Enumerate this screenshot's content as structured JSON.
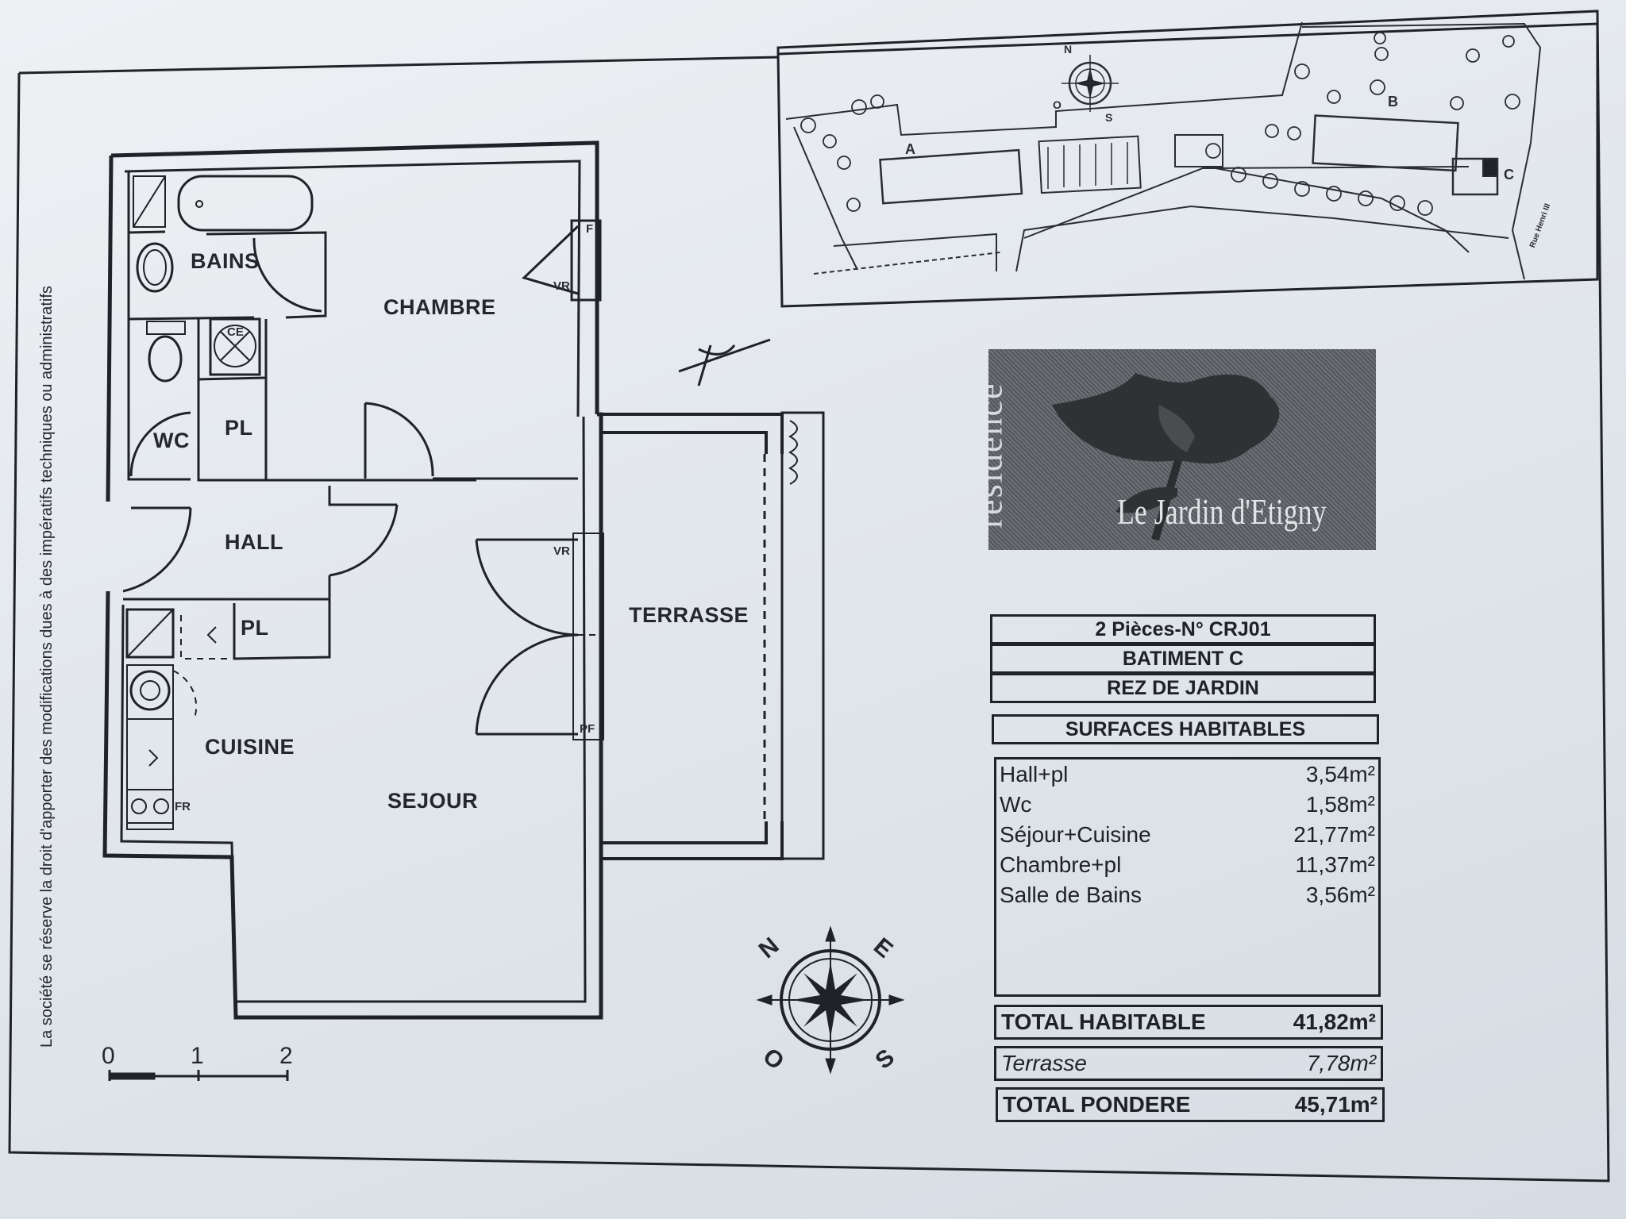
{
  "disclaimer": "La société se réserve la droit d'apporter des modifications dues à des impératifs techniques ou administratifs",
  "rooms": {
    "bains": "BAINS",
    "chambre": "CHAMBRE",
    "wc": "WC",
    "pl_wc": "PL",
    "hall": "HALL",
    "pl_cuisine": "PL",
    "cuisine": "CUISINE",
    "sejour": "SEJOUR",
    "terrasse": "TERRASSE"
  },
  "fixture_labels": {
    "ce": "CE",
    "vr_chambre": "VR",
    "f": "F",
    "vr_sejour": "VR",
    "pf": "PF",
    "fr": "FR"
  },
  "scale": {
    "labels": [
      "0",
      "1",
      "2"
    ]
  },
  "site_plan": {
    "buildings": [
      "A",
      "B",
      "C"
    ],
    "compass": {
      "n": "N",
      "o": "O",
      "s": "S"
    },
    "road_label": "Rue Henri III"
  },
  "compass": {
    "n": "N",
    "e": "E",
    "s": "S",
    "o": "O"
  },
  "logo": {
    "word": "résidence",
    "name": "Le Jardin d'Etigny"
  },
  "unit_info": {
    "line1": "2 Pièces-N° CRJ01",
    "line2": "BATIMENT C",
    "line3": "REZ DE JARDIN"
  },
  "surfaces": {
    "title": "SURFACES HABITABLES",
    "rows": [
      {
        "label": "Hall+pl",
        "value": "3,54m²"
      },
      {
        "label": "Wc",
        "value": "1,58m²"
      },
      {
        "label": "Séjour+Cuisine",
        "value": "21,77m²"
      },
      {
        "label": "Chambre+pl",
        "value": "11,37m²"
      },
      {
        "label": "Salle de Bains",
        "value": "3,56m²"
      }
    ]
  },
  "totals": {
    "habitable": {
      "label": "TOTAL HABITABLE",
      "value": "41,82m²"
    },
    "terrasse": {
      "label": "Terrasse",
      "value": "7,78m²"
    },
    "pondere": {
      "label": "TOTAL PONDERE",
      "value": "45,71m²"
    }
  },
  "colors": {
    "ink": "#1f2226",
    "paper": "#e6eaee"
  }
}
